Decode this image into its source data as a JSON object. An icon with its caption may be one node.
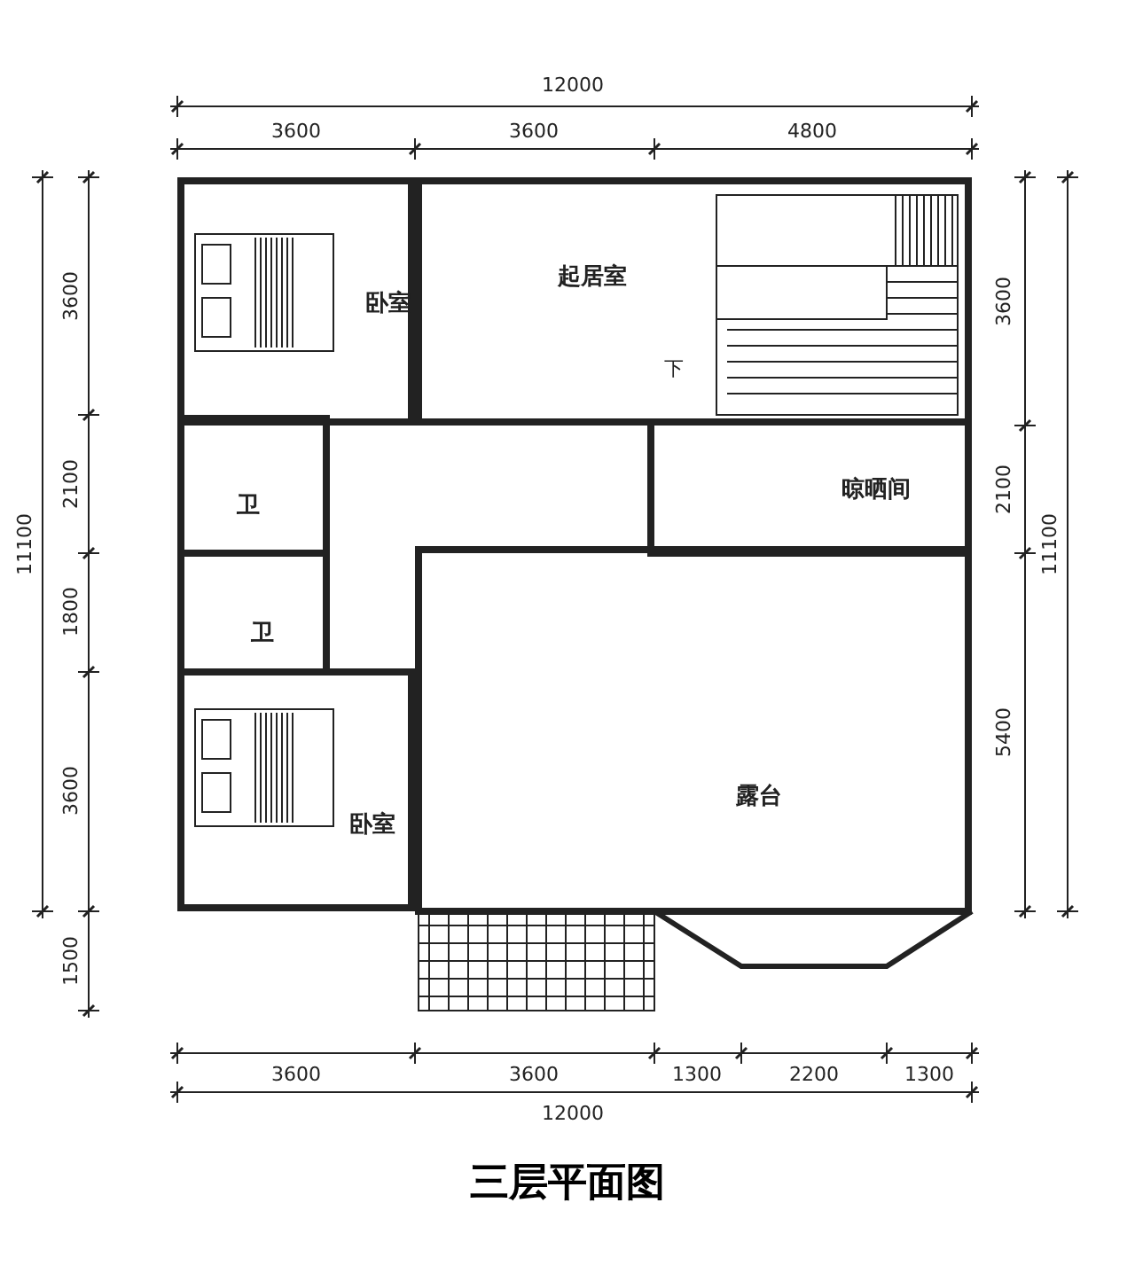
{
  "diagram": {
    "title": "三层平面图",
    "nodes": [
      {
        "text": [
          "卧室"
        ]
      },
      {
        "text": [
          "起居室"
        ]
      },
      {
        "text": [
          "卫"
        ]
      },
      {
        "text": [
          "晾晒间"
        ]
      },
      {
        "text": [
          "卫"
        ]
      },
      {
        "text": [
          "露台"
        ]
      },
      {
        "text": [
          "卧室"
        ]
      }
    ],
    "labels": [
      "12000",
      "3600",
      "3600",
      "4800",
      "11100",
      "3600",
      "2100",
      "1800",
      "3600",
      "1500",
      "3600",
      "2100",
      "5400",
      "11100",
      "下",
      "3600",
      "3600",
      "1300",
      "2200",
      "1300",
      "12000"
    ]
  }
}
